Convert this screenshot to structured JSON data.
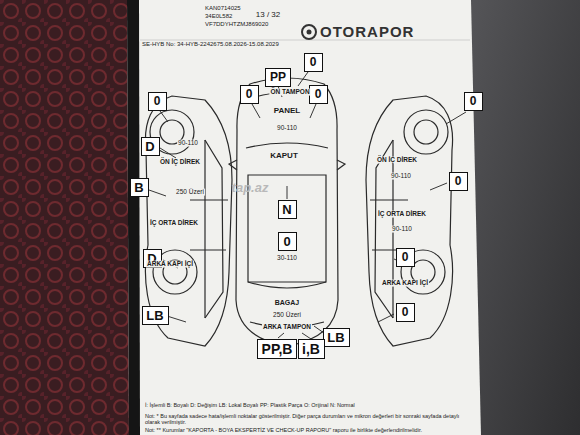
{
  "diagram": {
    "nodes": [
      {
        "text": [
          "0"
        ]
      },
      {
        "text": [
          "PP"
        ]
      },
      {
        "text": [
          "0"
        ]
      },
      {
        "text": [
          "0"
        ]
      },
      {
        "text": [
          "0"
        ]
      },
      {
        "text": [
          "0"
        ]
      },
      {
        "text": [
          "D"
        ]
      },
      {
        "text": [
          "0"
        ]
      },
      {
        "text": [
          "B"
        ]
      },
      {
        "text": [
          "N"
        ]
      },
      {
        "text": [
          "0"
        ]
      },
      {
        "text": [
          "D"
        ]
      },
      {
        "text": [
          "0"
        ]
      },
      {
        "text": [
          "0"
        ]
      },
      {
        "text": [
          "LB"
        ]
      },
      {
        "text": [
          "LB"
        ]
      },
      {
        "text": [
          "PP,B"
        ]
      },
      {
        "text": [
          "i,B"
        ]
      }
    ],
    "labels": [
      "KAN0714025",
      "34E0L582",
      "VF7DDYHTZMJ869020",
      "SE-HYB No: 34-HYB-2242675.08.2026-15.08.2029",
      "13 / 32",
      "OTORAPOR",
      "ÖN TAMPON",
      "PANEL",
      "90-110",
      "KAPUT",
      "ÖN İÇ DİREK",
      "ÖN İÇ DİREK",
      "90-110",
      "90-110",
      "250 Üzeri",
      "tap.az",
      "İÇ ORTA DİREK",
      "İÇ ORTA DİREK",
      "90-110",
      "30-110",
      "ARKA KAPI İÇİ",
      "ARKA KAPI İÇİ",
      "BAGAJ",
      "250 Üzeri",
      "ARKA TAMPON",
      "İ: İşlemli B: Boyalı D: Değişim LB: Lokal Boyalı PP: Plastik Parça O: Orijinal N: Normal",
      "Not: * Bu sayfada sadece hata/işlemli noktalar gösterilmiştir. Diğer parça durumları ve mikron değerleri bir sonraki sayfada detaylı olarak verilmiştir.",
      "Not: ** Kurumlar \"KAPORTA - BOYA EKSPERTİZ VE CHECK-UP RAPORU\" raporu ile birlikte değerlendirilmelidir."
    ]
  }
}
